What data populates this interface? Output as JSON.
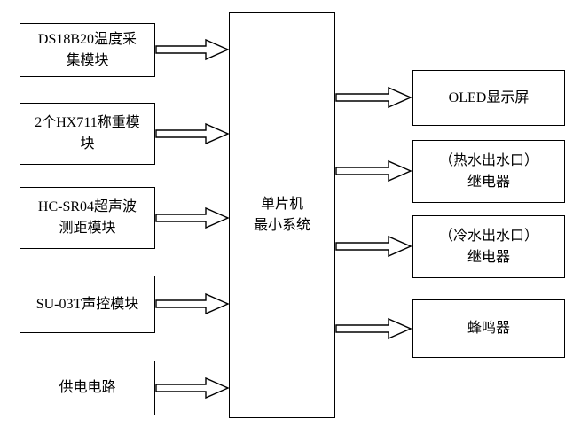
{
  "diagram": {
    "colors": {
      "background": "#ffffff",
      "line": "#000000",
      "box_fill": "#ffffff",
      "text": "#000000"
    },
    "center": {
      "lines": [
        "单片机",
        "最小系统"
      ]
    },
    "left_modules": [
      {
        "lines": [
          "DS18B20温度采",
          "集模块"
        ]
      },
      {
        "lines": [
          "2个HX711称重模",
          "块"
        ]
      },
      {
        "lines": [
          "HC-SR04超声波",
          "测距模块"
        ]
      },
      {
        "lines": [
          "SU-03T声控模块"
        ]
      },
      {
        "lines": [
          "供电电路"
        ]
      }
    ],
    "right_modules": [
      {
        "lines": [
          "OLED显示屏"
        ]
      },
      {
        "lines": [
          "（热水出水口）",
          "继电器"
        ]
      },
      {
        "lines": [
          "（冷水出水口）",
          "继电器"
        ]
      },
      {
        "lines": [
          "蜂鸣器"
        ]
      }
    ]
  }
}
